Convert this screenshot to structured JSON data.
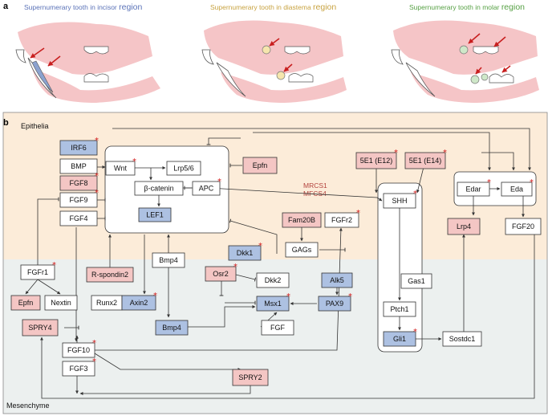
{
  "panel_a": {
    "label": "a",
    "titles": [
      {
        "text": "Supernumerary tooth in incisor ",
        "region": "region",
        "color": "#5b73b8"
      },
      {
        "text": "Supernumerary tooth in diastema ",
        "region": "region",
        "color": "#c8a341"
      },
      {
        "text": "Supernumerary tooth in molar ",
        "region": "region",
        "color": "#57a145"
      }
    ]
  },
  "panel_b": {
    "label": "b",
    "epithelia_label": "Epithelia",
    "mesenchyme_label": "Mesenchyme",
    "mrcs_label": "MRCS1",
    "mfcs_label": "MFCS4"
  },
  "colors": {
    "epithelia_bg": "#fcecd9",
    "mesenchyme_bg": "#ecf0ef",
    "pink": "#f4c6c4",
    "blue": "#adc1e2",
    "white": "#ffffff",
    "jaw": "#f5c5c7",
    "star": "#d21a1a",
    "arrow": "#c81f1f"
  },
  "nodes": {
    "irf6": "IRF6",
    "bmp": "BMP",
    "fgf8": "FGF8",
    "fgf9": "FGF9",
    "fgf4": "FGF4",
    "wnt": "Wnt",
    "lrp56": "Lrp5/6",
    "bcat": "β-catenin",
    "apc": "APC",
    "lef1": "LEF1",
    "epfn_top": "Epfn",
    "e12": "5E1 (E12)",
    "e14": "5E1 (E14)",
    "shh": "SHH",
    "edar": "Edar",
    "eda": "Eda",
    "lrp4": "Lrp4",
    "fgf20": "FGF20",
    "fam20b": "Fam20B",
    "fgfr2": "FGFr2",
    "gags": "GAGs",
    "dkk1": "Dkk1",
    "bmp4a": "Bmp4",
    "fgfr1": "FGFr1",
    "epfn_bot": "Epfn",
    "nextin": "Nextin",
    "rspondin2": "R-spondin2",
    "runx2": "Runx2",
    "axin2": "Axin2",
    "osr2": "Osr2",
    "dkk2": "Dkk2",
    "alk5": "Alk5",
    "msx1": "Msx1",
    "pax9": "PAX9",
    "bmp4b": "Bmp4",
    "fgf": "FGF",
    "gas1": "Gas1",
    "ptch1": "Ptch1",
    "gli1": "Gli1",
    "sostdc1": "Sostdc1",
    "spry4": "SPRY4",
    "fgf10": "FGF10",
    "fgf3": "FGF3",
    "spry2": "SPRY2"
  }
}
